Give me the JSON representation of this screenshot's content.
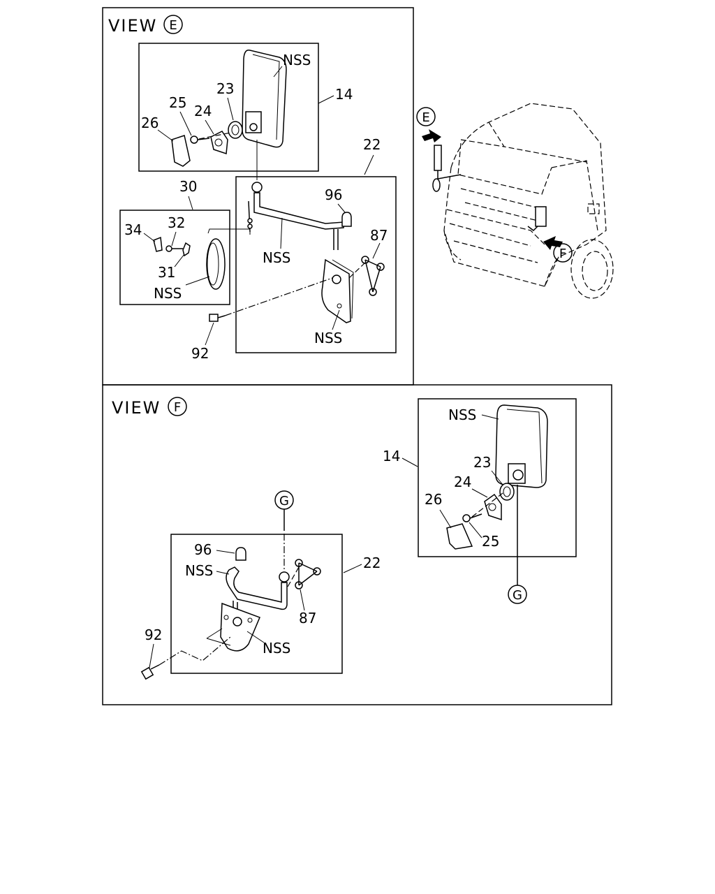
{
  "view_e": {
    "title": "VIEW",
    "circle": "E",
    "labels": {
      "nss_mirror": "NSS",
      "n14": "14",
      "n23": "23",
      "n24": "24",
      "n25": "25",
      "n26": "26",
      "n22": "22",
      "n30": "30",
      "n96": "96",
      "n87": "87",
      "n34": "34",
      "n32": "32",
      "n31": "31",
      "nss_arm": "NSS",
      "nss_guard": "NSS",
      "nss_bracket": "NSS",
      "n92": "92"
    }
  },
  "truck_callouts": {
    "e": "E",
    "f": "F"
  },
  "view_f": {
    "title": "VIEW",
    "circle": "F",
    "labels": {
      "nss_mirror": "NSS",
      "n14": "14",
      "n23": "23",
      "n24": "24",
      "n26": "26",
      "n25": "25",
      "g_top": "G",
      "g_bottom": "G",
      "n96": "96",
      "nss_arm": "NSS",
      "n22": "22",
      "n87": "87",
      "n92": "92",
      "nss_bracket": "NSS"
    }
  }
}
